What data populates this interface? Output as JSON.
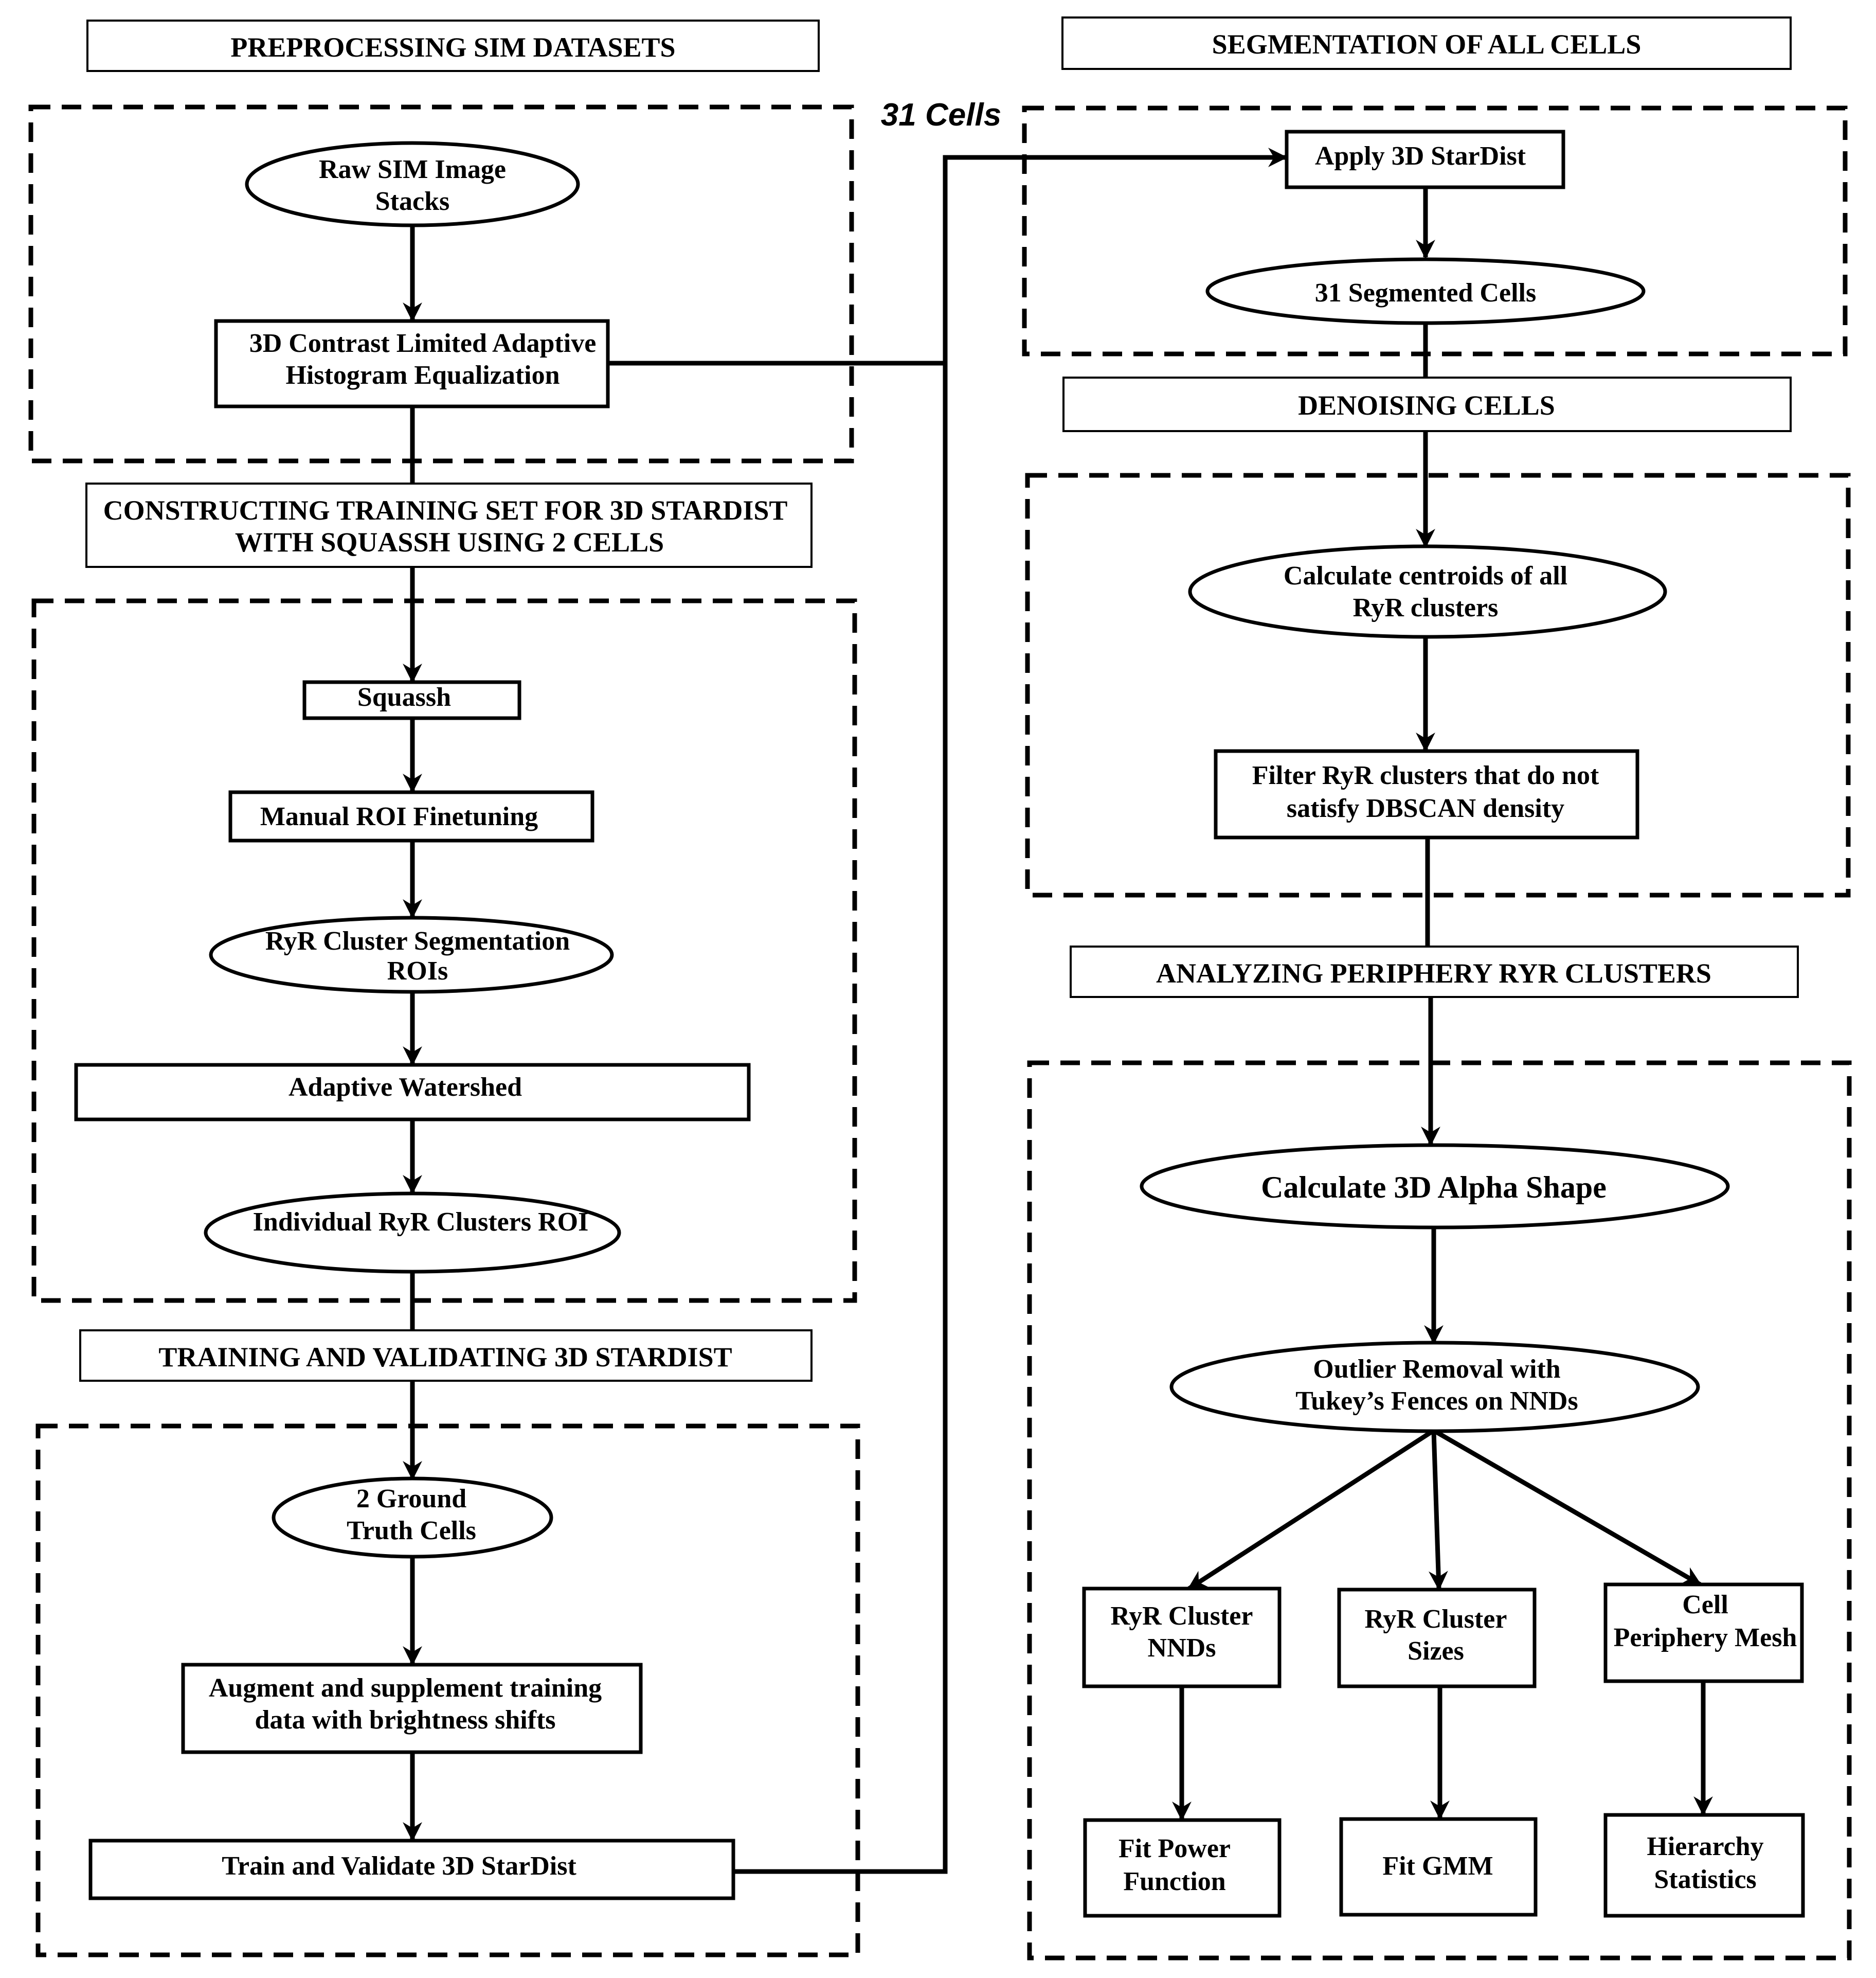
{
  "headers": {
    "preprocessing": "PREPROCESSING SIM DATASETS",
    "segmentation": "SEGMENTATION OF ALL CELLS",
    "training_set_1": "CONSTRUCTING TRAINING SET FOR 3D STARDIST",
    "training_set_2": "WITH SQUASSH USING 2 CELLS",
    "denoising": "DENOISING CELLS",
    "training": "TRAINING AND VALIDATING 3D STARDIST",
    "analyzing": "ANALYZING PERIPHERY RYR CLUSTERS"
  },
  "annotation": "31 Cells",
  "nodes": {
    "raw_sim_1": "Raw SIM Image",
    "raw_sim_2": "Stacks",
    "clahe_1": "3D Contrast Limited Adaptive",
    "clahe_2": "Histogram Equalization",
    "squassh": "Squassh",
    "manual_roi": "Manual ROI Finetuning",
    "ryr_seg_1": "RyR Cluster Segmentation",
    "ryr_seg_2": "ROIs",
    "watershed": "Adaptive Watershed",
    "individual_roi": "Individual RyR Clusters ROI",
    "ground_truth_1": "2 Ground",
    "ground_truth_2": "Truth Cells",
    "augment_1": "Augment and supplement training",
    "augment_2": "data with brightness shifts",
    "train_validate": "Train and Validate 3D StarDist",
    "apply_stardist": "Apply 3D StarDist",
    "segmented_cells": "31 Segmented Cells",
    "centroids_1": "Calculate centroids of all",
    "centroids_2": "RyR clusters",
    "filter_1": "Filter RyR clusters that do not",
    "filter_2": "satisfy DBSCAN density",
    "alpha_shape": "Calculate 3D Alpha Shape",
    "outlier_1": "Outlier Removal with",
    "outlier_2": "Tukey’s Fences on NNDs",
    "nnds_1": "RyR Cluster",
    "nnds_2": "NNDs",
    "sizes_1": "RyR Cluster",
    "sizes_2": "Sizes",
    "mesh_1": "Cell",
    "mesh_2": "Periphery Mesh",
    "power_1": "Fit Power",
    "power_2": "Function",
    "gmm": "Fit GMM",
    "hierarchy_1": "Hierarchy",
    "hierarchy_2": "Statistics"
  }
}
